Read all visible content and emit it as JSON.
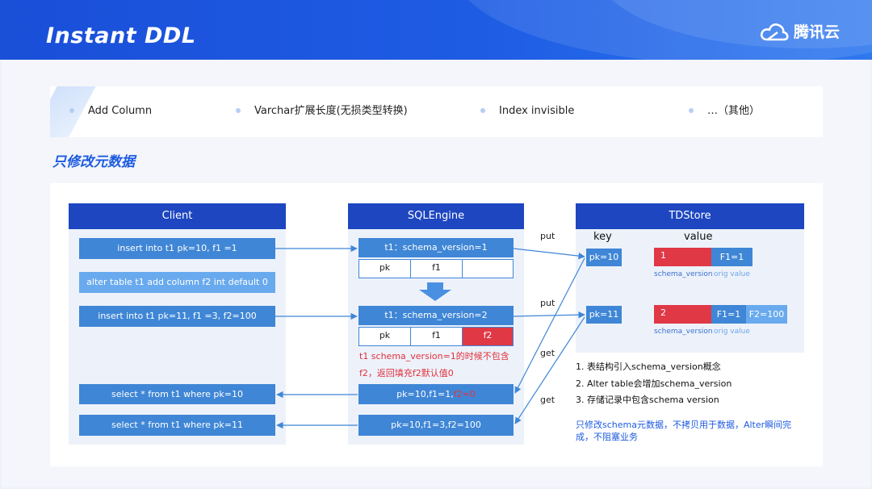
{
  "header": {
    "title": "Instant DDL",
    "brand": "腾讯云"
  },
  "features": [
    "Add Column",
    "Varchar扩展长度(无损类型转换)",
    "Index invisible",
    "…（其他）"
  ],
  "subtitle": "只修改元数据",
  "client": {
    "header": "Client",
    "ops": [
      "insert into t1 pk=10, f1 =1",
      "alter table t1 add column f2 int default 0",
      "insert into t1 pk=11, f1 =3, f2=100",
      "select * from t1 where pk=10",
      "select * from t1 where pk=11"
    ]
  },
  "sqlengine": {
    "header": "SQLEngine",
    "schema1": "t1：schema_version=1",
    "schema1_cols": [
      "pk",
      "f1",
      ""
    ],
    "schema2": "t1：schema_version=2",
    "schema2_cols": [
      "pk",
      "f1",
      "f2"
    ],
    "note_line1": "t1 schema_version=1的时候不包含",
    "note_line2": "f2，返回填充f2默认值0",
    "result1_prefix": "pk=10,f1=1,",
    "result1_highlight": "f2=0",
    "result2": "pk=10,f1=3,f2=100"
  },
  "tdstore": {
    "header": "TDStore",
    "key_label": "key",
    "value_label": "value",
    "row1": {
      "key": "pk=10",
      "version": "1",
      "orig": "F1=1"
    },
    "row2": {
      "key": "pk=11",
      "version": "2",
      "orig": "F1=1",
      "extra": "F2=100"
    },
    "schema_version_label": "schema_version",
    "orig_value_label": "orig value"
  },
  "arrows": {
    "put": "put",
    "get": "get"
  },
  "notes": [
    "1.  表结构引入schema_version概念",
    "2.  Alter table会增加schema_version",
    "3.  存储记录中包含schema version"
  ],
  "summary": "只修改schema元数据，不拷贝用于数据，Alter瞬间完成，不阻塞业务",
  "colors": {
    "header_blue": "#1d46c0",
    "box_blue": "#3f86d6",
    "red": "#e03845",
    "accent": "#1d5be0"
  }
}
